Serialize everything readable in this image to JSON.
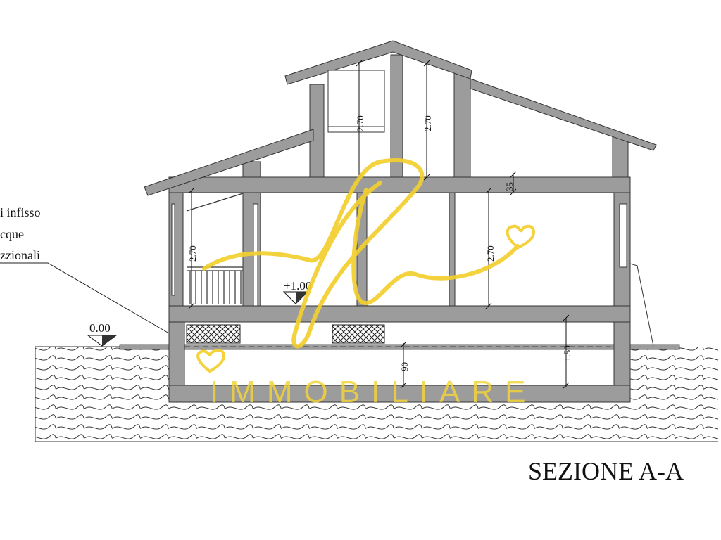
{
  "drawing": {
    "title": "SEZIONE A-A",
    "note_lines": [
      "i infisso",
      "cque",
      "zzionali"
    ],
    "levels": {
      "ground": "0.00",
      "floor": "+1.00"
    },
    "dimensions": {
      "upper_left_height": "2.70",
      "upper_right_height": "2.70",
      "main_floor_height": "2.70",
      "porch_height": "2.70",
      "slab_thickness": "35",
      "basement_height": "1.50",
      "basement_below_ground": "90"
    }
  },
  "watermark": {
    "monogram": "fl",
    "text": "IMMOBILIARE",
    "color": "#f2d43a"
  },
  "colors": {
    "wall": "#9c9c9c",
    "line": "#222222"
  }
}
